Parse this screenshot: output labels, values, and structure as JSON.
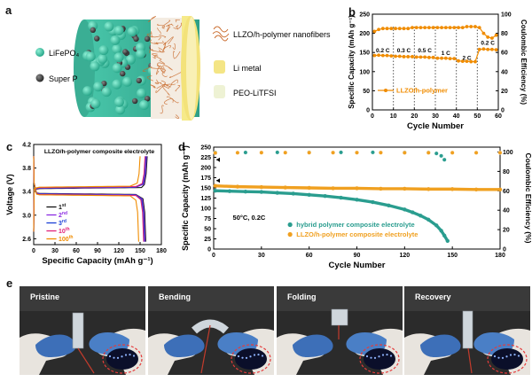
{
  "panels": {
    "a": "a",
    "b": "b",
    "c": "c",
    "d": "d",
    "e": "e"
  },
  "panel_a": {
    "legend_left": [
      {
        "label": "LiFePO₄",
        "color": "#3fbfa3"
      },
      {
        "label": "Super P",
        "color": "#333333"
      }
    ],
    "legend_right": [
      {
        "label": "LLZO/h-polymer nanofibers",
        "color": "#d2722e"
      },
      {
        "label": "Li metal",
        "color": "#f1e27a"
      },
      {
        "label": "PEO-LiTFSI",
        "color": "#eef3d6"
      }
    ]
  },
  "panel_e": {
    "titles": [
      "Pristine",
      "Bending",
      "Folding",
      "Recovery"
    ]
  },
  "chart_data": [
    {
      "id": "b",
      "type": "scatter",
      "xlabel": "Cycle Number",
      "ylabel": "Specific Capacity (mAh g⁻¹)",
      "y2label": "Coulombic Efficiency (%)",
      "xlim": [
        0,
        60
      ],
      "xticks": [
        0,
        10,
        20,
        30,
        40,
        50,
        60
      ],
      "ylim": [
        0,
        250
      ],
      "yticks": [
        0,
        50,
        100,
        150,
        200,
        250
      ],
      "y2lim": [
        0,
        100
      ],
      "y2ticks": [
        0,
        20,
        40,
        60,
        80,
        100
      ],
      "rate_labels": [
        "0.2 C",
        "0.3 C",
        "0.5 C",
        "1 C",
        "2 C",
        "0.2 C"
      ],
      "legend": "LLZO/h-polymer",
      "series": [
        {
          "name": "LLZO/h-polymer",
          "axis": "left",
          "x": [
            1,
            3,
            5,
            7,
            9,
            11,
            13,
            15,
            17,
            19,
            21,
            23,
            25,
            27,
            29,
            31,
            33,
            35,
            37,
            39,
            41,
            43,
            45,
            47,
            49,
            51,
            53,
            55,
            57,
            59
          ],
          "y": [
            142,
            143,
            142,
            142,
            141,
            140,
            140,
            139,
            139,
            139,
            138,
            138,
            138,
            137,
            137,
            135,
            135,
            135,
            134,
            134,
            128,
            127,
            127,
            126,
            126,
            158,
            159,
            158,
            158,
            157
          ]
        },
        {
          "name": "Coulombic Efficiency",
          "axis": "right",
          "x": [
            1,
            3,
            5,
            7,
            9,
            11,
            13,
            15,
            17,
            19,
            21,
            23,
            25,
            27,
            29,
            31,
            33,
            35,
            37,
            39,
            41,
            43,
            45,
            47,
            49,
            51,
            53,
            55,
            57,
            59
          ],
          "y": [
            82,
            84,
            85,
            85,
            85,
            85,
            85,
            85,
            85,
            86,
            86,
            86,
            86,
            86,
            86,
            86,
            86,
            86,
            86,
            86,
            86,
            86,
            87,
            87,
            87,
            86,
            80,
            76,
            75,
            78
          ]
        }
      ]
    },
    {
      "id": "c",
      "type": "line",
      "title": "LLZO/h-polymer composite electrolyte",
      "xlabel": "Specific Capacity (mAh g⁻¹)",
      "ylabel": "Voltage (V)",
      "xlim": [
        0,
        180
      ],
      "xticks": [
        0,
        30,
        60,
        90,
        120,
        150,
        180
      ],
      "ylim": [
        2.5,
        4.2
      ],
      "yticks": [
        2.6,
        3.0,
        3.4,
        3.8,
        4.2
      ],
      "series": [
        {
          "name": "1st",
          "color": "#111111",
          "charge_end": 160,
          "discharge_end": 158
        },
        {
          "name": "2nd",
          "color": "#8b2be2",
          "charge_end": 159,
          "discharge_end": 157
        },
        {
          "name": "3rd",
          "color": "#1a3fd6",
          "charge_end": 158,
          "discharge_end": 156
        },
        {
          "name": "10th",
          "color": "#e0247a",
          "charge_end": 157,
          "discharge_end": 155
        },
        {
          "name": "100th",
          "color": "#f08c00",
          "charge_end": 150,
          "discharge_end": 148
        }
      ],
      "legend": [
        {
          "base": "1",
          "sup": "st",
          "color": "#111111"
        },
        {
          "base": "2",
          "sup": "nd",
          "color": "#8b2be2"
        },
        {
          "base": "3",
          "sup": "rd",
          "color": "#1a3fd6"
        },
        {
          "base": "10",
          "sup": "th",
          "color": "#e0247a"
        },
        {
          "base": "100",
          "sup": "th",
          "color": "#f08c00"
        }
      ]
    },
    {
      "id": "d",
      "type": "scatter",
      "xlabel": "Cycle Number",
      "ylabel": "Specific Capacity (mAh g⁻¹)",
      "y2label": "Coulombic Efficiency (%)",
      "xlim": [
        0,
        180
      ],
      "xticks": [
        0,
        30,
        60,
        90,
        120,
        150,
        180
      ],
      "ylim": [
        0,
        250
      ],
      "yticks": [
        0,
        25,
        50,
        75,
        100,
        125,
        150,
        175,
        200,
        225,
        250
      ],
      "y2lim": [
        0,
        105
      ],
      "y2ticks": [
        0,
        20,
        40,
        60,
        80,
        100
      ],
      "annotation": "50°C, 0.2C",
      "series": [
        {
          "name": "hybrid polymer composite electrolyte",
          "color": "#2a9d8f",
          "capacity_x": [
            1,
            10,
            20,
            30,
            40,
            50,
            60,
            70,
            80,
            90,
            100,
            110,
            120,
            125,
            130,
            135,
            140,
            143,
            145,
            147
          ],
          "capacity_y": [
            143,
            142,
            141,
            140,
            138,
            136,
            133,
            130,
            126,
            121,
            115,
            107,
            97,
            90,
            82,
            72,
            58,
            45,
            33,
            20
          ],
          "ce_x": [
            1,
            20,
            40,
            60,
            80,
            100,
            120,
            135,
            140,
            143,
            145
          ],
          "ce_y": [
            99.5,
            99.5,
            99.6,
            99.6,
            99.6,
            99.6,
            99.5,
            99.4,
            98.5,
            96,
            92
          ]
        },
        {
          "name": "LLZO/h-polymer composite electrolyte",
          "color": "#f0a020",
          "capacity_x": [
            1,
            15,
            30,
            45,
            60,
            75,
            90,
            105,
            120,
            135,
            150,
            165,
            180
          ],
          "capacity_y": [
            155,
            153,
            152,
            151,
            150,
            149,
            149,
            148,
            148,
            147,
            147,
            146,
            146
          ],
          "ce_x": [
            1,
            15,
            30,
            45,
            60,
            75,
            90,
            105,
            120,
            135,
            150,
            165,
            180
          ],
          "ce_y": [
            99,
            99.2,
            99.3,
            99.3,
            99.3,
            99.3,
            99.3,
            99.3,
            99.2,
            99.2,
            99.2,
            99.2,
            99.2
          ]
        }
      ]
    }
  ]
}
